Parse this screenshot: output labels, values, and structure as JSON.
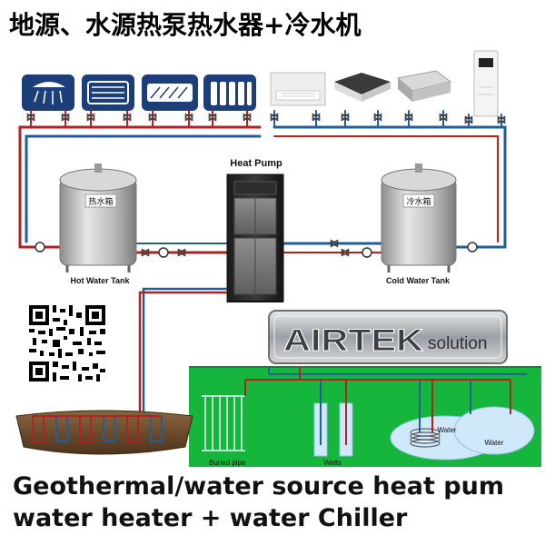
{
  "title": "地源、水源热泵热水器+冷水机",
  "labels": {
    "heat_pump": "Heat Pump",
    "hot_tank_badge": "热水箱",
    "hot_tank": "Hot Water Tank",
    "cold_tank_badge": "冷水箱",
    "cold_tank": "Cold Water Tank",
    "buried_pipe": "Buried pipe",
    "wells": "Wells",
    "water_small": "Water",
    "water_large": "Water"
  },
  "brand": {
    "name": "AIRTEK",
    "suffix": "solution"
  },
  "caption": {
    "line1": "Geothermal/water source heat pum",
    "line2": "water heater + water Chiller"
  },
  "colors": {
    "hot_pipe": "#b22222",
    "cold_pipe": "#1f5f9a",
    "ground": "#16b53b",
    "soil": "#6b4a2b",
    "water": "#cfe9fb",
    "tank": "#b9b9b9",
    "heat_pump": "#2a2a2a",
    "icon_tile": "#1c3f79"
  },
  "icons": {
    "hot_side": [
      "shower-icon",
      "radiant-floor-icon",
      "fan-coil-icon",
      "radiator-icon"
    ],
    "cold_side": [
      "ceiling-unit-icon",
      "cassette-unit-icon",
      "duct-unit-icon",
      "cabinet-unit-icon"
    ]
  }
}
